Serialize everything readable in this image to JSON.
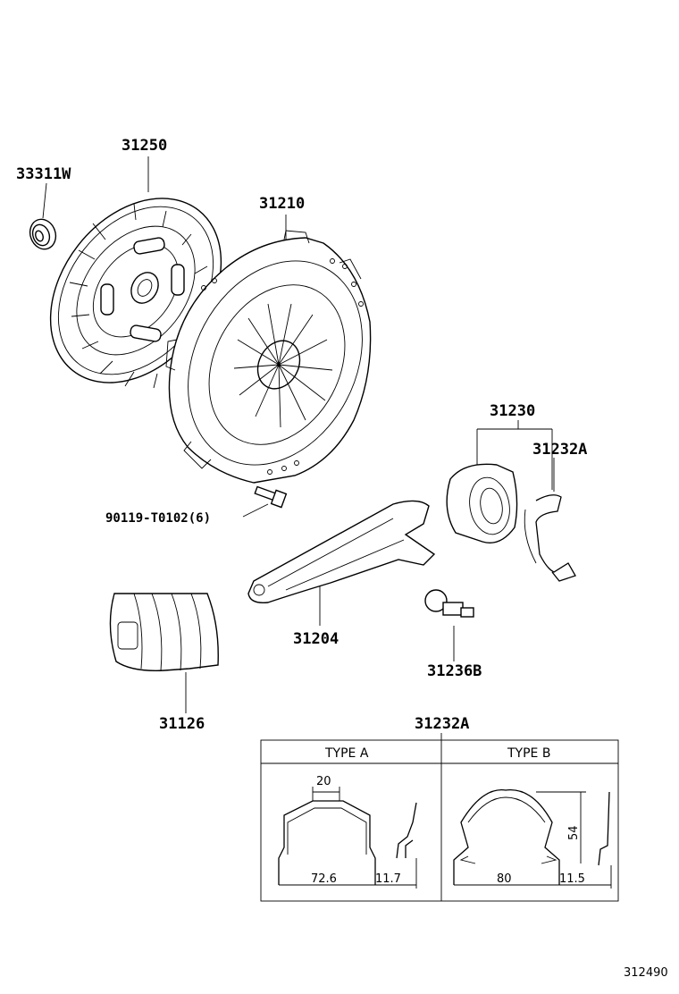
{
  "parts": {
    "p33311w": "33311W",
    "p31250": "31250",
    "p31210": "31210",
    "p31230": "31230",
    "p31232a_top": "31232A",
    "p90119": "90119-T0102(6)",
    "p31204": "31204",
    "p31236b": "31236B",
    "p31126": "31126",
    "p31232a_table": "31232A"
  },
  "detail_table": {
    "type_a": {
      "header": "TYPE A",
      "dim_width_top": "20",
      "dim_width_bottom": "72.6",
      "dim_side": "11.7"
    },
    "type_b": {
      "header": "TYPE B",
      "dim_height": "54",
      "dim_width_bottom": "80",
      "dim_side": "11.5"
    }
  },
  "diagram_ref": "312490"
}
